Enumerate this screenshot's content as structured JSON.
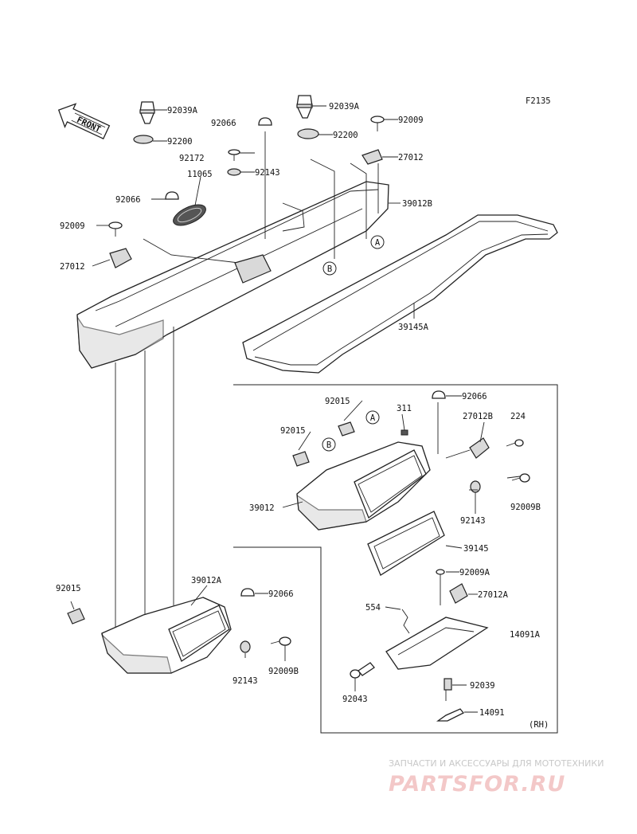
{
  "figure_code": "F2135",
  "front_label": "FRONT",
  "rh_label": "(RH)",
  "refs": {
    "a": "A",
    "b": "B"
  },
  "watermark": {
    "tagline": "ЗАПЧАСТИ И АКСЕССУАРЫ ДЛЯ МОТОТЕХНИКИ",
    "brand": "PARTSFOR.RU"
  },
  "labels": {
    "p92039A_left": "92039A",
    "p92066_top": "92066",
    "p92200_left": "92200",
    "p92172": "92172",
    "p11065": "11065",
    "p92143_top": "92143",
    "p92066_left": "92066",
    "p92009_left": "92009",
    "p27012_left": "27012",
    "p92039A_right": "92039A",
    "p92009_right": "92009",
    "p92200_right": "92200",
    "p27012_right": "27012",
    "p39012B": "39012B",
    "p39145A": "39145A",
    "p92015_a": "92015",
    "p311": "311",
    "p92066_mid": "92066",
    "p27012B": "27012B",
    "p224": "224",
    "p92015_b": "92015",
    "p39012": "39012",
    "p92009B_mid": "92009B",
    "p92143_mid": "92143",
    "p39145": "39145",
    "p92015_c": "92015",
    "p39012A": "39012A",
    "p92066_low": "92066",
    "p92143_low": "92143",
    "p92009B_low": "92009B",
    "p92009A": "92009A",
    "p27012A": "27012A",
    "p554": "554",
    "p14091A": "14091A",
    "p92039": "92039",
    "p92043": "92043",
    "p14091": "14091"
  }
}
